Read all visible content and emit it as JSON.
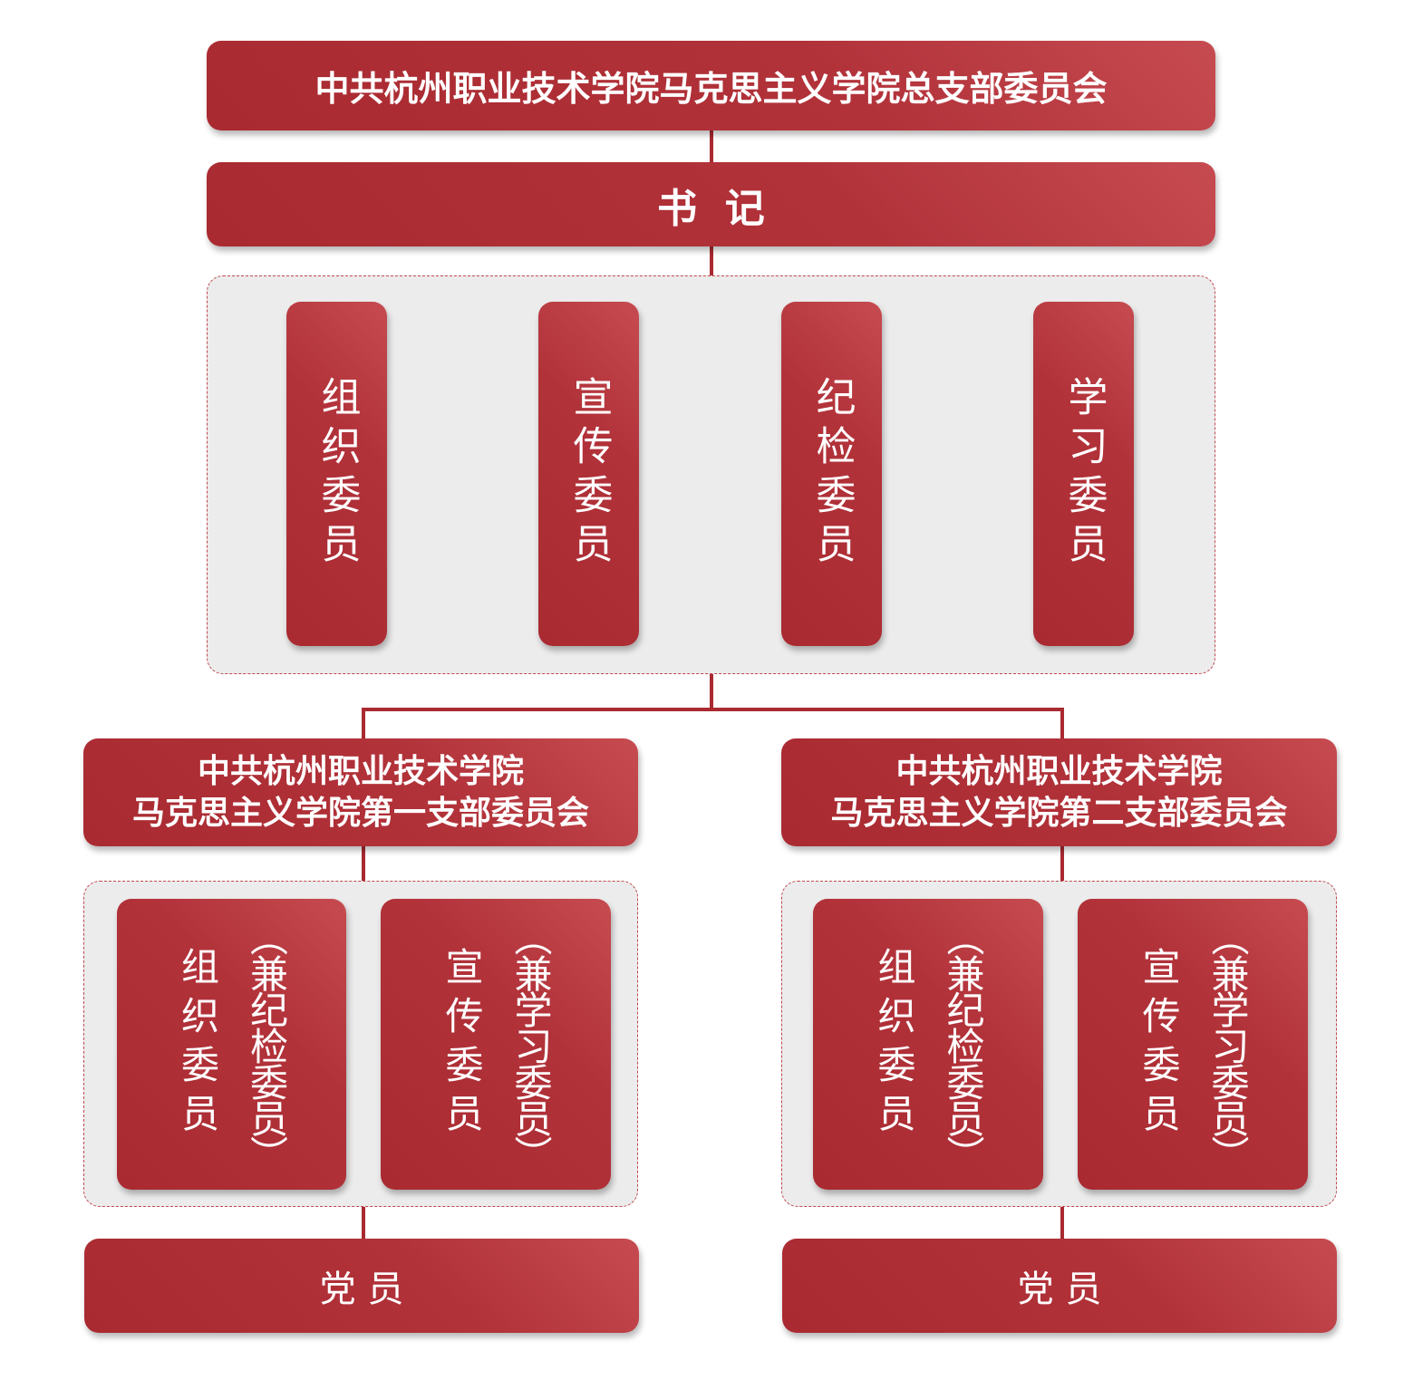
{
  "root": {
    "title": "中共杭州职业技术学院马克思主义学院总支部委员会"
  },
  "secretary": {
    "label": "书  记"
  },
  "committee_members": [
    {
      "label": "组织委员"
    },
    {
      "label": "宣传委员"
    },
    {
      "label": "纪检委员"
    },
    {
      "label": "学习委员"
    }
  ],
  "branches": [
    {
      "title_line1": "中共杭州职业技术学院",
      "title_line2": "马克思主义学院第一支部委员会",
      "members": [
        {
          "role": "组织委员",
          "extra": "（兼纪检委员）"
        },
        {
          "role": "宣传委员",
          "extra": "（兼学习委员）"
        }
      ],
      "party_members": "党 员"
    },
    {
      "title_line1": "中共杭州职业技术学院",
      "title_line2": "马克思主义学院第二支部委员会",
      "members": [
        {
          "role": "组织委员",
          "extra": "（兼纪检委员）"
        },
        {
          "role": "宣传委员",
          "extra": "（兼学习委员）"
        }
      ],
      "party_members": "党 员"
    }
  ],
  "colors": {
    "primary": "#b2323a",
    "highlight": "#c64b50",
    "group_bg": "#ececec"
  }
}
